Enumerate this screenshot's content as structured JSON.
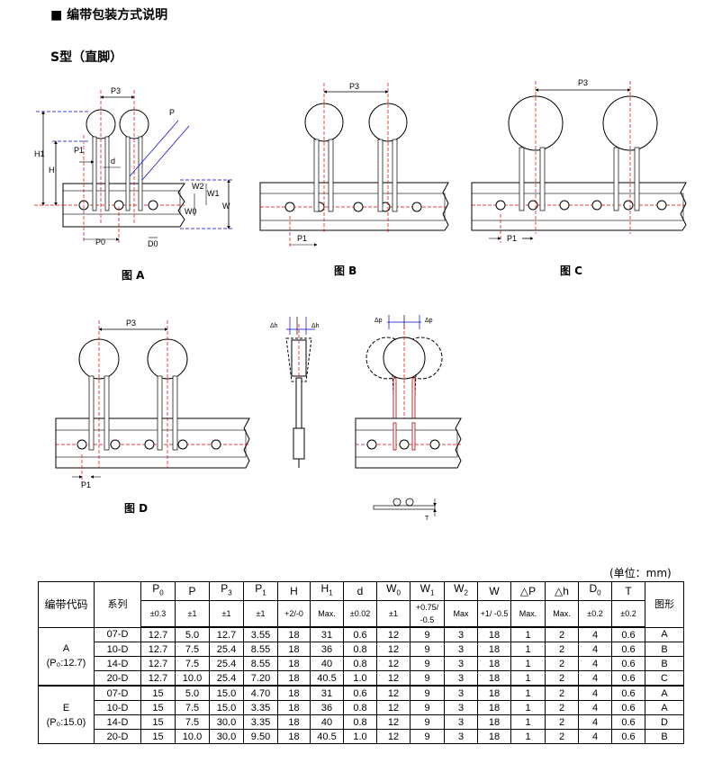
{
  "heading": "■ 编带包装方式说明",
  "subheading": "S型（直脚）",
  "unit": "(单位：mm)",
  "figures": {
    "a": "图  A",
    "b": "图  B",
    "c": "图  C",
    "d": "图  D"
  },
  "dims": {
    "p3": "P3",
    "p": "P",
    "h1": "H1",
    "h": "H",
    "p1": "P1",
    "d": "d",
    "w2": "W2",
    "w1": "W1",
    "w0": "W0",
    "w": "W",
    "p0": "P0",
    "d0": "D0",
    "dh": "Δh",
    "dp": "Δp",
    "t": "T"
  },
  "table": {
    "code_header": "编带代码",
    "series_header": "系列",
    "shape_header": "图形",
    "columns": [
      {
        "main": "P",
        "sub": "0",
        "tol": "±0.3"
      },
      {
        "main": "P",
        "sub": "",
        "tol": "±1"
      },
      {
        "main": "P",
        "sub": "3",
        "tol": "±1"
      },
      {
        "main": "P",
        "sub": "1",
        "tol": "±1"
      },
      {
        "main": "H",
        "sub": "",
        "tol": "+2/-0"
      },
      {
        "main": "H",
        "sub": "1",
        "tol": "Max."
      },
      {
        "main": "d",
        "sub": "",
        "tol": "±0.02"
      },
      {
        "main": "W",
        "sub": "0",
        "tol": "±1"
      },
      {
        "main": "W",
        "sub": "1",
        "tol": "+0.75/ -0.5"
      },
      {
        "main": "W",
        "sub": "2",
        "tol": "Max"
      },
      {
        "main": "W",
        "sub": "",
        "tol": "+1/ -0.5"
      },
      {
        "main": "△P",
        "sub": "",
        "tol": "Max."
      },
      {
        "main": "△h",
        "sub": "",
        "tol": "Max."
      },
      {
        "main": "D",
        "sub": "0",
        "tol": "±0.2"
      },
      {
        "main": "T",
        "sub": "",
        "tol": "±0.2"
      }
    ],
    "groups": [
      {
        "code": "A",
        "note": "(P₀:12.7)",
        "rows": [
          {
            "series": "07-D",
            "values": [
              "12.7",
              "5.0",
              "12.7",
              "3.55",
              "18",
              "31",
              "0.6",
              "12",
              "9",
              "3",
              "18",
              "1",
              "2",
              "4",
              "0.6"
            ],
            "shape": "A"
          },
          {
            "series": "10-D",
            "values": [
              "12.7",
              "7.5",
              "25.4",
              "8.55",
              "18",
              "36",
              "0.8",
              "12",
              "9",
              "3",
              "18",
              "1",
              "2",
              "4",
              "0.6"
            ],
            "shape": "B"
          },
          {
            "series": "14-D",
            "values": [
              "12.7",
              "7.5",
              "25.4",
              "8.55",
              "18",
              "40",
              "0.8",
              "12",
              "9",
              "3",
              "18",
              "1",
              "2",
              "4",
              "0.6"
            ],
            "shape": "B"
          },
          {
            "series": "20-D",
            "values": [
              "12.7",
              "10.0",
              "25.4",
              "7.20",
              "18",
              "40.5",
              "1.0",
              "12",
              "9",
              "3",
              "18",
              "1",
              "2",
              "4",
              "0.6"
            ],
            "shape": "C"
          }
        ]
      },
      {
        "code": "E",
        "note": "(P₀:15.0)",
        "rows": [
          {
            "series": "07-D",
            "values": [
              "15",
              "5.0",
              "15.0",
              "4.70",
              "18",
              "31",
              "0.6",
              "12",
              "9",
              "3",
              "18",
              "1",
              "2",
              "4",
              "0.6"
            ],
            "shape": "A"
          },
          {
            "series": "10-D",
            "values": [
              "15",
              "7.5",
              "15.0",
              "3.35",
              "18",
              "36",
              "0.8",
              "12",
              "9",
              "3",
              "18",
              "1",
              "2",
              "4",
              "0.6"
            ],
            "shape": "A"
          },
          {
            "series": "14-D",
            "values": [
              "15",
              "7.5",
              "30.0",
              "3.35",
              "18",
              "40",
              "0.8",
              "12",
              "9",
              "3",
              "18",
              "1",
              "2",
              "4",
              "0.6"
            ],
            "shape": "D"
          },
          {
            "series": "20-D",
            "values": [
              "15",
              "10.0",
              "30.0",
              "9.50",
              "18",
              "40.5",
              "1.0",
              "12",
              "9",
              "3",
              "18",
              "1",
              "2",
              "4",
              "0.6"
            ],
            "shape": "B"
          }
        ]
      }
    ]
  }
}
